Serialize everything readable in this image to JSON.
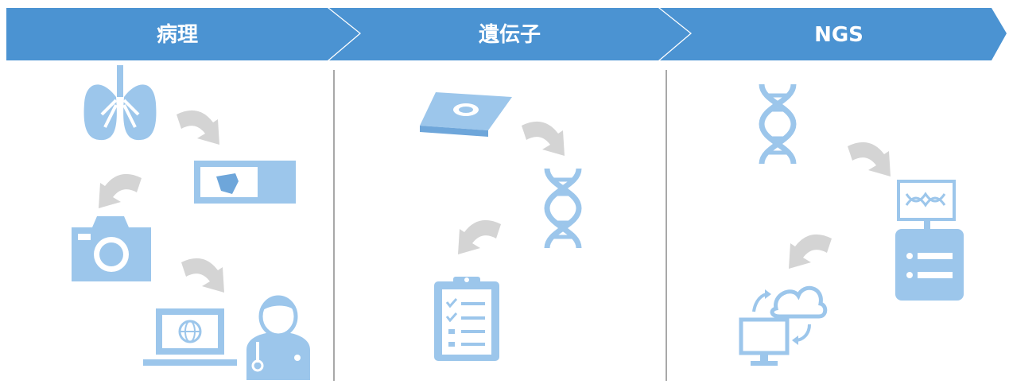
{
  "steps": [
    {
      "label": "病理",
      "items": [
        "lungs-icon",
        "slide-icon",
        "camera-icon",
        "laptop-icon",
        "doctor-icon"
      ]
    },
    {
      "label": "遺伝子",
      "items": [
        "tissue-slide-icon",
        "dna-icon",
        "clipboard-icon"
      ]
    },
    {
      "label": "NGS",
      "items": [
        "dna-icon",
        "sequencer-icon",
        "cloud-sync-icon"
      ]
    }
  ],
  "colors": {
    "header": "#4b93d2",
    "icon": "#9cc6eb",
    "icon_dark": "#6ea6da",
    "arrow": "#d4d4d4",
    "divider": "#a8a8a8"
  }
}
